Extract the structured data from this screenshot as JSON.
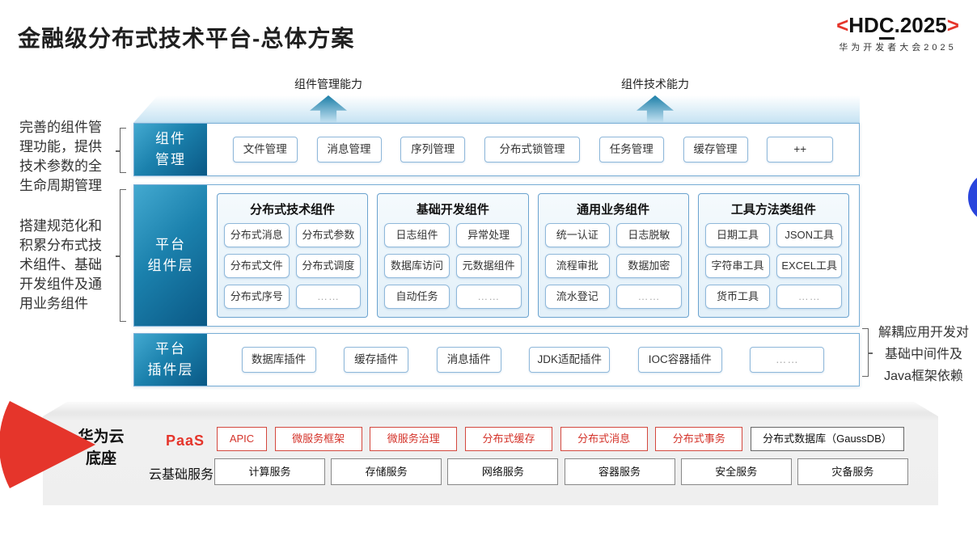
{
  "title": "金融级分布式技术平台-总体方案",
  "logo": {
    "left_bracket": "<",
    "part1": "HD",
    "part2": "C",
    "part3": ".2025",
    "right_bracket": ">",
    "subtitle": "华为开发者大会2025"
  },
  "arrows": [
    {
      "label": "组件管理能力"
    },
    {
      "label": "组件技术能力"
    }
  ],
  "left_notes": [
    "完善的组件管理功能，提供技术参数的全生命周期管理",
    "搭建规范化和积累分布式技术组件、基础开发组件及通用业务组件"
  ],
  "right_note": "解耦应用开发对基础中间件及Java框架依赖",
  "rows": {
    "management": {
      "label_lines": [
        "组件",
        "管理"
      ],
      "items": [
        "文件管理",
        "消息管理",
        "序列管理",
        "分布式锁管理",
        "任务管理",
        "缓存管理",
        "++"
      ]
    },
    "components": {
      "label_lines": [
        "平台",
        "组件层"
      ],
      "columns": [
        {
          "title": "分布式技术组件",
          "items": [
            "分布式消息",
            "分布式参数",
            "分布式文件",
            "分布式调度",
            "分布式序号",
            "……"
          ]
        },
        {
          "title": "基础开发组件",
          "items": [
            "日志组件",
            "异常处理",
            "数据库访问",
            "元数据组件",
            "自动任务",
            "……"
          ]
        },
        {
          "title": "通用业务组件",
          "items": [
            "统一认证",
            "日志脱敏",
            "流程审批",
            "数据加密",
            "流水登记",
            "……"
          ]
        },
        {
          "title": "工具方法类组件",
          "items": [
            "日期工具",
            "JSON工具",
            "字符串工具",
            "EXCEL工具",
            "货币工具",
            "……"
          ]
        }
      ]
    },
    "plugins": {
      "label_lines": [
        "平台",
        "插件层"
      ],
      "items": [
        "数据库插件",
        "缓存插件",
        "消息插件",
        "JDK适配插件",
        "IOC容器插件",
        "……"
      ]
    }
  },
  "foundation": {
    "label_lines": [
      "华为云",
      "底座"
    ],
    "paas": {
      "label": "PaaS",
      "items": [
        "APIC",
        "微服务框架",
        "微服务治理",
        "分布式缓存",
        "分布式消息",
        "分布式事务"
      ],
      "db_item": "分布式数据库（GaussDB）"
    },
    "iaas": {
      "label": "云基础服务",
      "items": [
        "计算服务",
        "存储服务",
        "网络服务",
        "容器服务",
        "安全服务",
        "灾备服务"
      ]
    }
  },
  "colors": {
    "accent-red": "#e5352b",
    "teal": "#1c7fa8",
    "teal-light": "#43a9d0",
    "teal-dark": "#0a5885",
    "blue-border": "#79aed6",
    "item-border": "#8fb8da",
    "circle-blue": "#2a45dc"
  }
}
